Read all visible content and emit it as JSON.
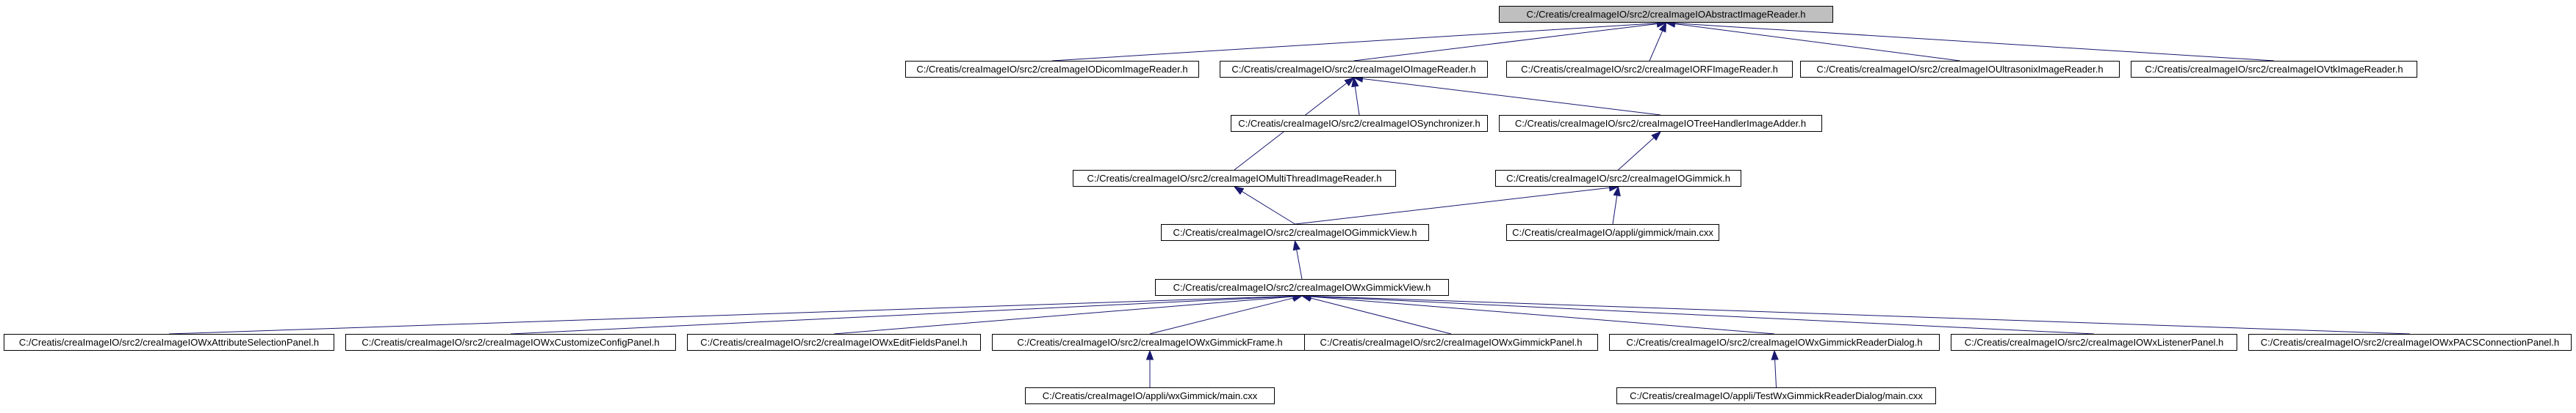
{
  "colors": {
    "edge": "#191970",
    "root_fill": "#bfbfbf",
    "node_fill": "#ffffff",
    "border": "#000000"
  },
  "nodes": [
    {
      "id": "abstract",
      "label": "C:/Creatis/creaImageIO/src2/creaImageIOAbstractImageReader.h",
      "root": true
    },
    {
      "id": "dicom",
      "label": "C:/Creatis/creaImageIO/src2/creaImageIODicomImageReader.h"
    },
    {
      "id": "imagereader",
      "label": "C:/Creatis/creaImageIO/src2/creaImageIOImageReader.h"
    },
    {
      "id": "rf",
      "label": "C:/Creatis/creaImageIO/src2/creaImageIORFImageReader.h"
    },
    {
      "id": "ultrasonix",
      "label": "C:/Creatis/creaImageIO/src2/creaImageIOUltrasonixImageReader.h"
    },
    {
      "id": "vtk",
      "label": "C:/Creatis/creaImageIO/src2/creaImageIOVtkImageReader.h"
    },
    {
      "id": "synchronizer",
      "label": "C:/Creatis/creaImageIO/src2/creaImageIOSynchronizer.h"
    },
    {
      "id": "treehandler",
      "label": "C:/Creatis/creaImageIO/src2/creaImageIOTreeHandlerImageAdder.h"
    },
    {
      "id": "multithread",
      "label": "C:/Creatis/creaImageIO/src2/creaImageIOMultiThreadImageReader.h"
    },
    {
      "id": "gimmick",
      "label": "C:/Creatis/creaImageIO/src2/creaImageIOGimmick.h"
    },
    {
      "id": "gimmickview",
      "label": "C:/Creatis/creaImageIO/src2/creaImageIOGimmickView.h"
    },
    {
      "id": "appmain",
      "label": "C:/Creatis/creaImageIO/appli/gimmick/main.cxx"
    },
    {
      "id": "wxgimmickview",
      "label": "C:/Creatis/creaImageIO/src2/creaImageIOWxGimmickView.h"
    },
    {
      "id": "attrpanel",
      "label": "C:/Creatis/creaImageIO/src2/creaImageIOWxAttributeSelectionPanel.h"
    },
    {
      "id": "custompanel",
      "label": "C:/Creatis/creaImageIO/src2/creaImageIOWxCustomizeConfigPanel.h"
    },
    {
      "id": "editpanel",
      "label": "C:/Creatis/creaImageIO/src2/creaImageIOWxEditFieldsPanel.h"
    },
    {
      "id": "wxframe",
      "label": "C:/Creatis/creaImageIO/src2/creaImageIOWxGimmickFrame.h"
    },
    {
      "id": "wxpanel",
      "label": "C:/Creatis/creaImageIO/src2/creaImageIOWxGimmickPanel.h"
    },
    {
      "id": "readerdialog",
      "label": "C:/Creatis/creaImageIO/src2/creaImageIOWxGimmickReaderDialog.h"
    },
    {
      "id": "listener",
      "label": "C:/Creatis/creaImageIO/src2/creaImageIOWxListenerPanel.h"
    },
    {
      "id": "pacs",
      "label": "C:/Creatis/creaImageIO/src2/creaImageIOWxPACSConnectionPanel.h"
    },
    {
      "id": "wxmain",
      "label": "C:/Creatis/creaImageIO/appli/wxGimmick/main.cxx"
    },
    {
      "id": "testmain",
      "label": "C:/Creatis/creaImageIO/appli/TestWxGimmickReaderDialog/main.cxx"
    }
  ],
  "edges": [
    {
      "from": "dicom",
      "to": "abstract"
    },
    {
      "from": "imagereader",
      "to": "abstract"
    },
    {
      "from": "rf",
      "to": "abstract"
    },
    {
      "from": "ultrasonix",
      "to": "abstract"
    },
    {
      "from": "vtk",
      "to": "abstract"
    },
    {
      "from": "multithread",
      "to": "imagereader"
    },
    {
      "from": "synchronizer",
      "to": "imagereader"
    },
    {
      "from": "treehandler",
      "to": "imagereader"
    },
    {
      "from": "gimmick",
      "to": "treehandler"
    },
    {
      "from": "gimmickview",
      "to": "multithread"
    },
    {
      "from": "gimmickview",
      "to": "gimmick"
    },
    {
      "from": "appmain",
      "to": "gimmick"
    },
    {
      "from": "wxgimmickview",
      "to": "gimmickview"
    },
    {
      "from": "attrpanel",
      "to": "wxgimmickview"
    },
    {
      "from": "custompanel",
      "to": "wxgimmickview"
    },
    {
      "from": "editpanel",
      "to": "wxgimmickview"
    },
    {
      "from": "wxframe",
      "to": "wxgimmickview"
    },
    {
      "from": "wxpanel",
      "to": "wxgimmickview"
    },
    {
      "from": "readerdialog",
      "to": "wxgimmickview"
    },
    {
      "from": "listener",
      "to": "wxgimmickview"
    },
    {
      "from": "pacs",
      "to": "wxgimmickview"
    },
    {
      "from": "wxmain",
      "to": "wxframe"
    },
    {
      "from": "testmain",
      "to": "readerdialog"
    }
  ]
}
